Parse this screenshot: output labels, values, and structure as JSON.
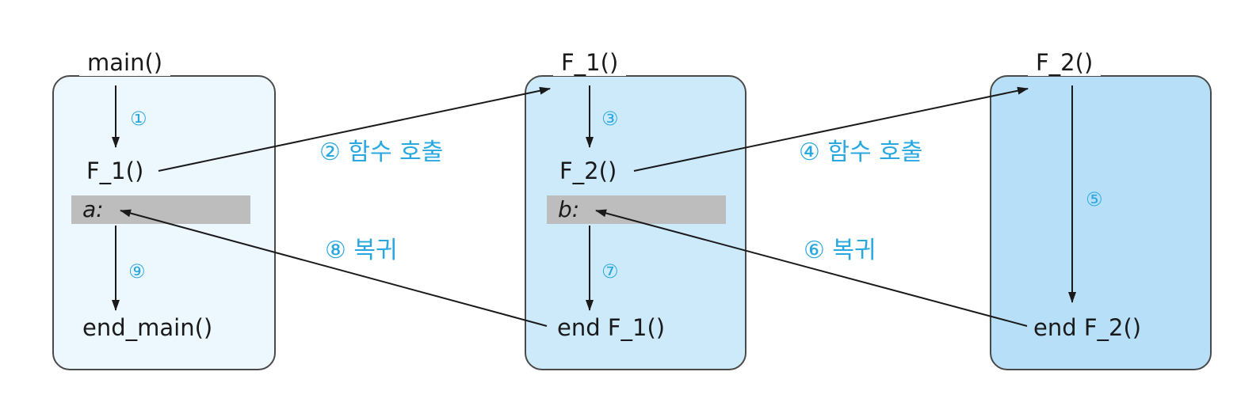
{
  "functions": {
    "main": {
      "title": "main()",
      "call": "F_1()",
      "return_point": "a:",
      "end": "end_main()"
    },
    "f1": {
      "title": "F_1()",
      "call": "F_2()",
      "return_point": "b:",
      "end": "end F_1()"
    },
    "f2": {
      "title": "F_2()",
      "end": "end F_2()"
    }
  },
  "steps": {
    "s1": "①",
    "s3": "③",
    "s5": "⑤",
    "s7": "⑦",
    "s9": "⑨"
  },
  "transitions": {
    "call_f1": "② 함수 호출",
    "call_f2": "④ 함수 호출",
    "return_f2": "⑥ 복귀",
    "return_f1": "⑧ 복귀"
  },
  "colors": {
    "step_label": "#29a8e0",
    "box_main": "#edf8fe",
    "box_f1": "#cdeafb",
    "box_f2": "#b7e0f8",
    "return_bar": "#bdbdbd"
  }
}
